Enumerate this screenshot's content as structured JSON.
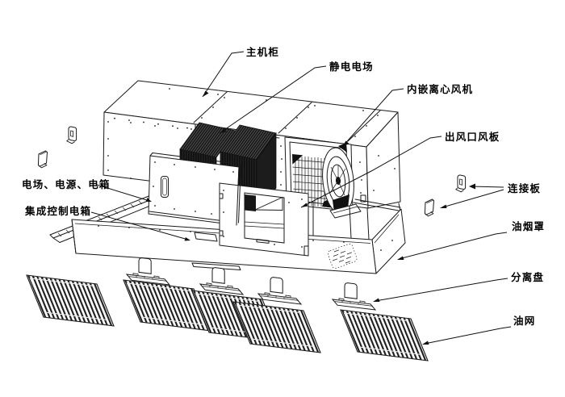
{
  "diagram": {
    "background": "#ffffff",
    "line_color": "#1a1a1a",
    "dark_fill": "#161616",
    "labels": {
      "main_cabinet": "主机柜",
      "electrostatic_field": "静电电场",
      "built_in_centrifugal_fan": "内嵌离心风机",
      "air_outlet_panel": "出风口风板",
      "connection_plate": "连接板",
      "field_power_electric_box": "电场、电源、电箱",
      "integrated_control_box": "集成控制电箱",
      "oil_fume_hood": "油烟罩",
      "separation_plate": "分离盘",
      "oil_mesh_filter": "油网"
    }
  }
}
